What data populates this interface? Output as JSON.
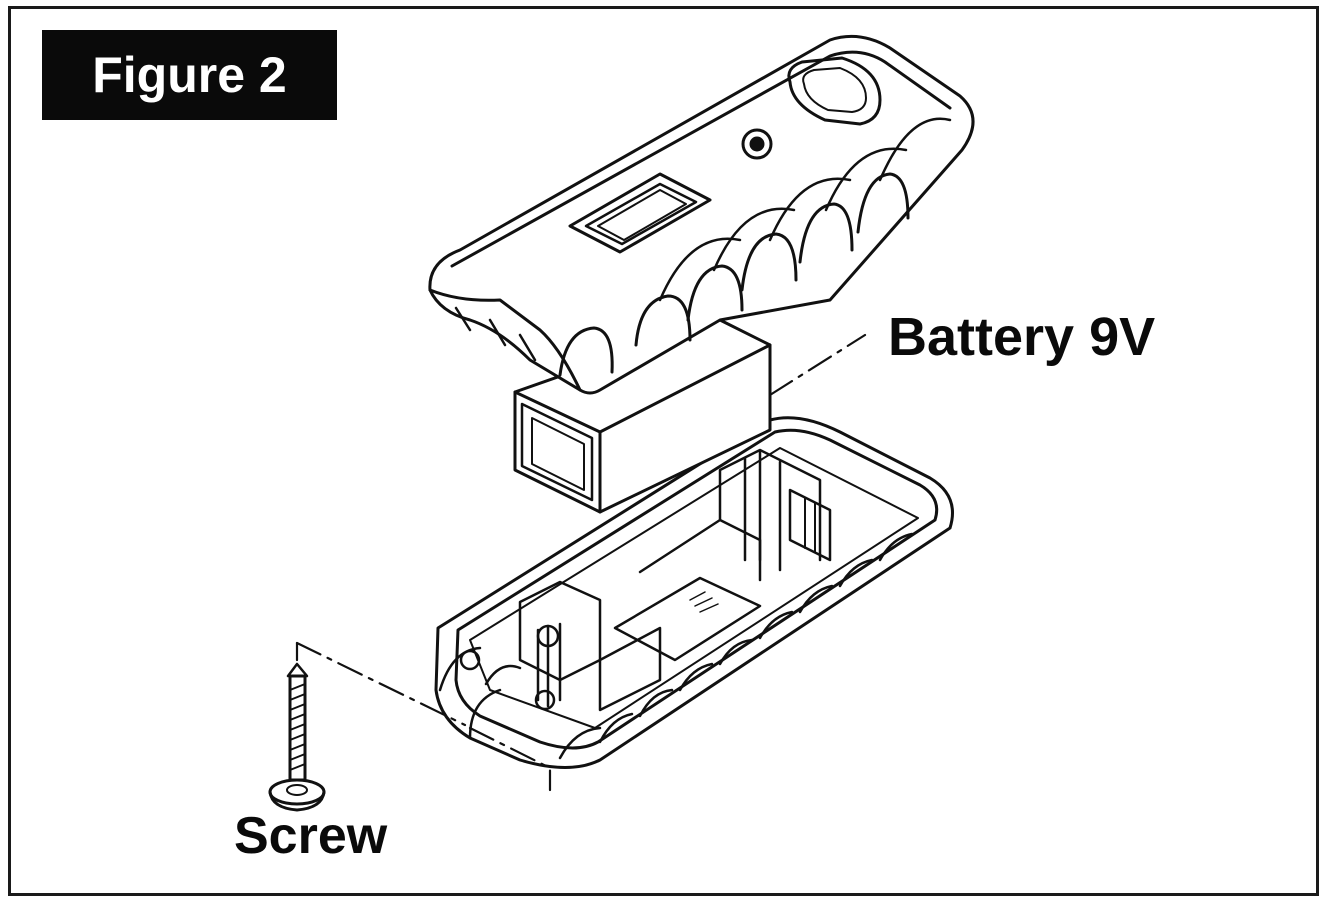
{
  "figure": {
    "label": "Figure 2"
  },
  "callouts": {
    "battery": "Battery 9V",
    "screw": "Screw"
  },
  "colors": {
    "ink": "#0a0a0a",
    "paper": "#ffffff",
    "label_bg": "#0a0a0a",
    "label_text": "#ffffff"
  },
  "parts": [
    "top-cover",
    "battery-9v",
    "bottom-housing",
    "screw"
  ]
}
